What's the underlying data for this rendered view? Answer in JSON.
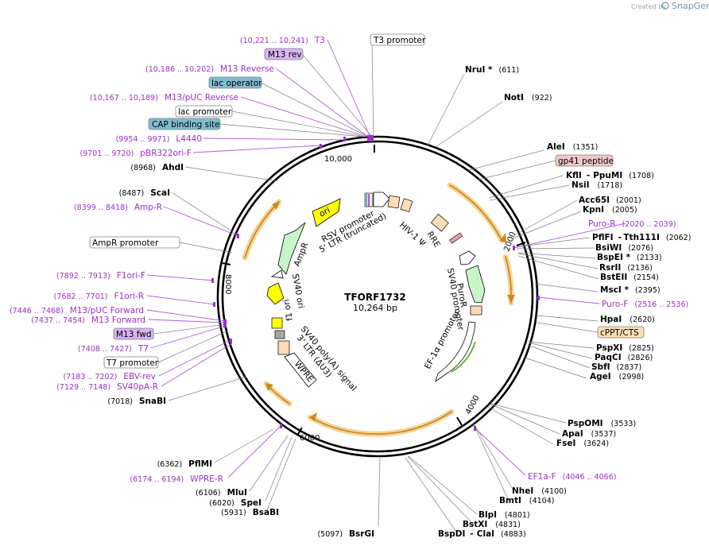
{
  "credit": {
    "created_by": "Created by",
    "brand": "SnapGene"
  },
  "plasmid": {
    "name": "TFORF1732",
    "size": "10,264 bp"
  },
  "ticks": [
    "10,000",
    "2000",
    "4000",
    "6000",
    "8000"
  ],
  "sites": [
    {
      "name": "NruI *",
      "pos": "(611)"
    },
    {
      "name": "NotI",
      "pos": "(922)"
    },
    {
      "name": "AleI",
      "pos": "(1351)"
    },
    {
      "name": "KflI",
      "extra": "PpuMI",
      "pos": "(1708)"
    },
    {
      "name": "NsiI",
      "pos": "(1718)"
    },
    {
      "name": "Acc65I",
      "pos": "(2001)"
    },
    {
      "name": "KpnI",
      "pos": "(2005)"
    },
    {
      "name": "PflFI",
      "extra": "Tth111I",
      "pos": "(2062)"
    },
    {
      "name": "BsiWI",
      "pos": "(2076)"
    },
    {
      "name": "BspEI *",
      "pos": "(2133)"
    },
    {
      "name": "RsrII",
      "pos": "(2136)"
    },
    {
      "name": "BstEII",
      "pos": "(2154)"
    },
    {
      "name": "MscI *",
      "pos": "(2395)"
    },
    {
      "name": "HpaI",
      "pos": "(2620)"
    },
    {
      "name": "PspXI",
      "pos": "(2825)"
    },
    {
      "name": "PaqCI",
      "pos": "(2826)"
    },
    {
      "name": "SbfI",
      "pos": "(2837)"
    },
    {
      "name": "AgeI",
      "pos": "(2998)"
    },
    {
      "name": "PspOMI",
      "pos": "(3533)"
    },
    {
      "name": "ApaI",
      "pos": "(3537)"
    },
    {
      "name": "FseI",
      "pos": "(3624)"
    },
    {
      "name": "NheI",
      "pos": "(4100)"
    },
    {
      "name": "BmtI",
      "pos": "(4104)"
    },
    {
      "name": "BlpI",
      "pos": "(4801)"
    },
    {
      "name": "BstXI",
      "pos": "(4831)"
    },
    {
      "name": "BspDI",
      "extra": "ClaI",
      "pos": "(4883)"
    },
    {
      "name": "BsrGI",
      "pos": "(5097)"
    },
    {
      "name": "BsaBI",
      "pos": "(5931)"
    },
    {
      "name": "SpeI",
      "pos": "(6020)"
    },
    {
      "name": "MluI",
      "pos": "(6106)"
    },
    {
      "name": "PflMI",
      "pos": "(6362)"
    },
    {
      "name": "SnaBI",
      "pos": "(7018)"
    },
    {
      "name": "ScaI",
      "pos": "(8487)"
    },
    {
      "name": "AhdI",
      "pos": "(8968)"
    }
  ],
  "primers": [
    {
      "name": "T3",
      "pos": "(10,221 .. 10,241)"
    },
    {
      "name": "M13 Reverse",
      "pos": "(10,186 .. 10,202)"
    },
    {
      "name": "M13/pUC Reverse",
      "pos": "(10,167 .. 10,189)"
    },
    {
      "name": "L4440",
      "pos": "(9954 .. 9971)"
    },
    {
      "name": "pBR322ori-F",
      "pos": "(9701 .. 9720)"
    },
    {
      "name": "Amp-R",
      "pos": "(8399 .. 8418)"
    },
    {
      "name": "F1ori-F",
      "pos": "(7892 .. 7913)"
    },
    {
      "name": "F1ori-R",
      "pos": "(7682 .. 7701)"
    },
    {
      "name": "M13/pUC Forward",
      "pos": "(7446 .. 7468)"
    },
    {
      "name": "M13 Forward",
      "pos": "(7437 .. 7454)"
    },
    {
      "name": "T7",
      "pos": "(7408 .. 7427)"
    },
    {
      "name": "EBV-rev",
      "pos": "(7183 .. 7202)"
    },
    {
      "name": "SV40pA-R",
      "pos": "(7129 .. 7148)"
    },
    {
      "name": "WPRE-R",
      "pos": "(6174 .. 6194)"
    },
    {
      "name": "Puro-R",
      "pos": "(2020 .. 2039)"
    },
    {
      "name": "Puro-F",
      "pos": "(2516 .. 2536)"
    },
    {
      "name": "EF1a-F",
      "pos": "(4046 .. 4066)"
    }
  ],
  "boxes": {
    "t3_promoter": "T3 promoter",
    "m13_rev": "M13 rev",
    "lac_operator": "lac operator",
    "lac_promoter": "lac promoter",
    "cap_site": "CAP binding site",
    "gp41": "gp41 peptide",
    "ampr_promoter": "AmpR promoter",
    "m13_fwd": "M13 fwd",
    "t7_promoter": "T7 promoter",
    "cppt": "cPPT/CTS"
  },
  "features": {
    "ori": "ori",
    "ampr": "AmpR",
    "rsv": "RSV promoter",
    "ltr5": "5' LTR (truncated)",
    "hiv": "HIV-1 Ψ",
    "rre": "RRE",
    "puror": "PuroR",
    "sv40_promoter": "SV40 promoter",
    "ef1a": "EF-1α promoter",
    "sv40_ori": "SV40 ori",
    "f1_ori": "f1 ori",
    "sv40_polya": "SV40 poly(A) signal",
    "ltr3": "3' LTR (ΔU3)",
    "wpre": "WPRE"
  },
  "colors": {
    "primer": "#9b30c8",
    "orange_arc": "#f0a030",
    "ori": "#ffff00",
    "ampr": "#c8f5c8",
    "m13_rev_box": "#d8b4f0",
    "lac_box": "#7fbccf",
    "gp41_box": "#f0c8c8",
    "cppt_box": "#ffdcb4"
  }
}
